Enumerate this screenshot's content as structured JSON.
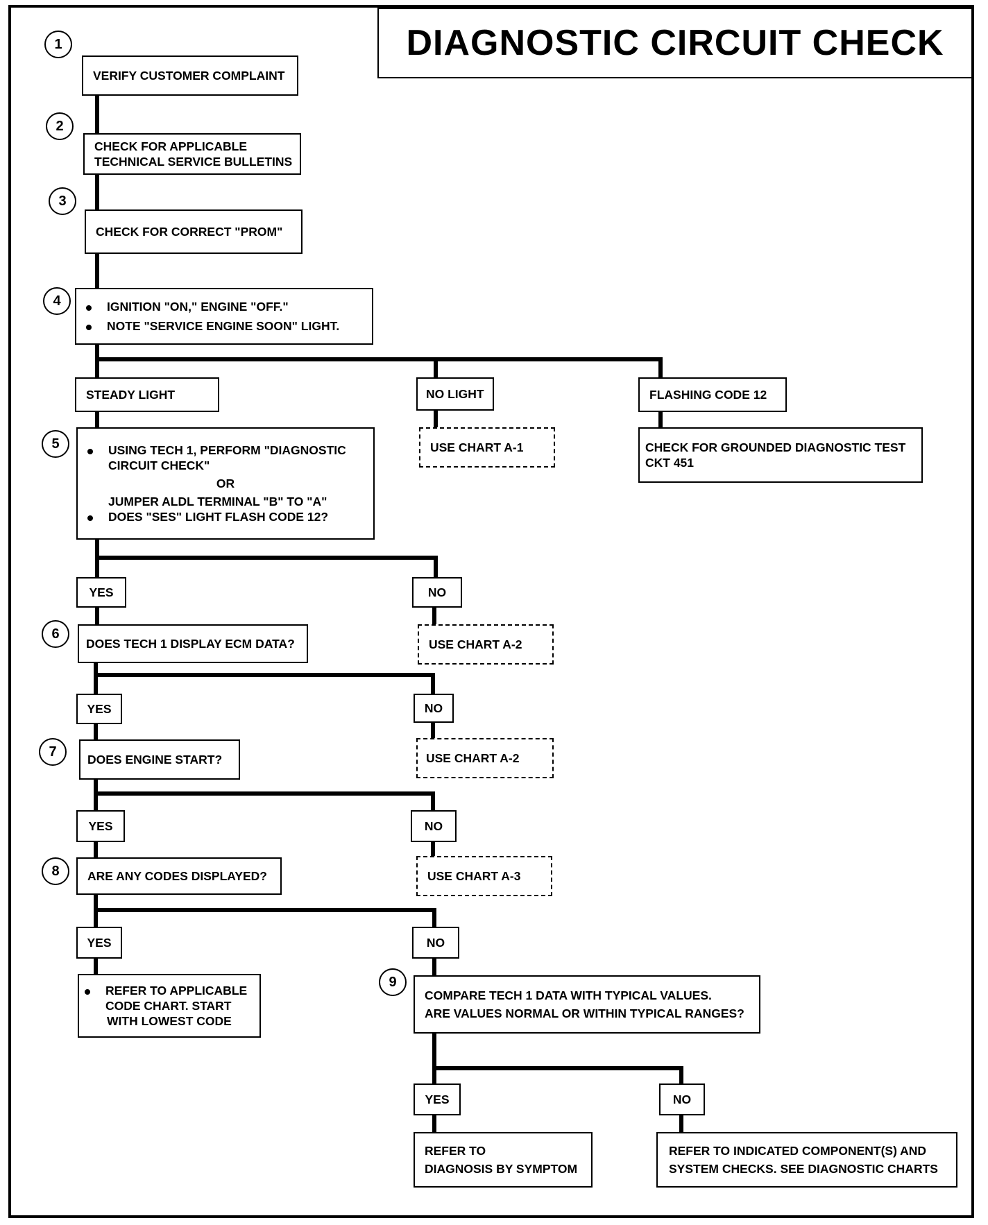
{
  "title": "DIAGNOSTIC CIRCUIT CHECK",
  "steps": [
    {
      "num": "1",
      "lines": [
        "VERIFY CUSTOMER COMPLAINT"
      ]
    },
    {
      "num": "2",
      "lines": [
        "CHECK FOR APPLICABLE",
        "TECHNICAL SERVICE BULLETINS"
      ]
    },
    {
      "num": "3",
      "lines": [
        "CHECK FOR CORRECT \"PROM\""
      ]
    },
    {
      "num": "4",
      "lines": [
        "IGNITION \"ON,\" ENGINE \"OFF.\"",
        "NOTE \"SERVICE ENGINE SOON\"  LIGHT."
      ]
    },
    {
      "num": "5",
      "lines": [
        "USING TECH 1, PERFORM \"DIAGNOSTIC",
        "CIRCUIT CHECK\"",
        "OR",
        "JUMPER  ALDL  TERMINAL \"B\"  TO \"A\"",
        "DOES \"SES\" LIGHT FLASH CODE 12?"
      ]
    },
    {
      "num": "6",
      "lines": [
        "DOES TECH 1 DISPLAY ECM DATA?"
      ]
    },
    {
      "num": "7",
      "lines": [
        "DOES ENGINE START?"
      ]
    },
    {
      "num": "8",
      "lines": [
        "ARE ANY CODES DISPLAYED?"
      ]
    },
    {
      "num": "9",
      "lines": [
        "COMPARE TECH 1 DATA WITH TYPICAL VALUES.",
        "ARE VALUES NORMAL OR WITHIN TYPICAL RANGES?"
      ]
    }
  ],
  "step4_branches": {
    "steady": "STEADY LIGHT",
    "no_light": "NO LIGHT",
    "flashing": "FLASHING CODE 12",
    "chart_a1": "USE CHART A-1",
    "grounded": [
      "CHECK FOR GROUNDED DIAGNOSTIC TEST",
      "CKT 451"
    ]
  },
  "labels": {
    "yes": "YES",
    "no": "NO"
  },
  "charts": {
    "a2": "USE CHART A-2",
    "a3": "USE CHART A-3"
  },
  "outcomes": {
    "code_chart": [
      "REFER TO APPLICABLE",
      "CODE CHART.   START",
      "WITH LOWEST CODE"
    ],
    "symptom": [
      "REFER TO",
      "DIAGNOSIS BY SYMPTOM"
    ],
    "component": [
      "REFER TO INDICATED COMPONENT(S)  AND",
      "SYSTEM  CHECKS. SEE DIAGNOSTIC CHARTS"
    ]
  }
}
